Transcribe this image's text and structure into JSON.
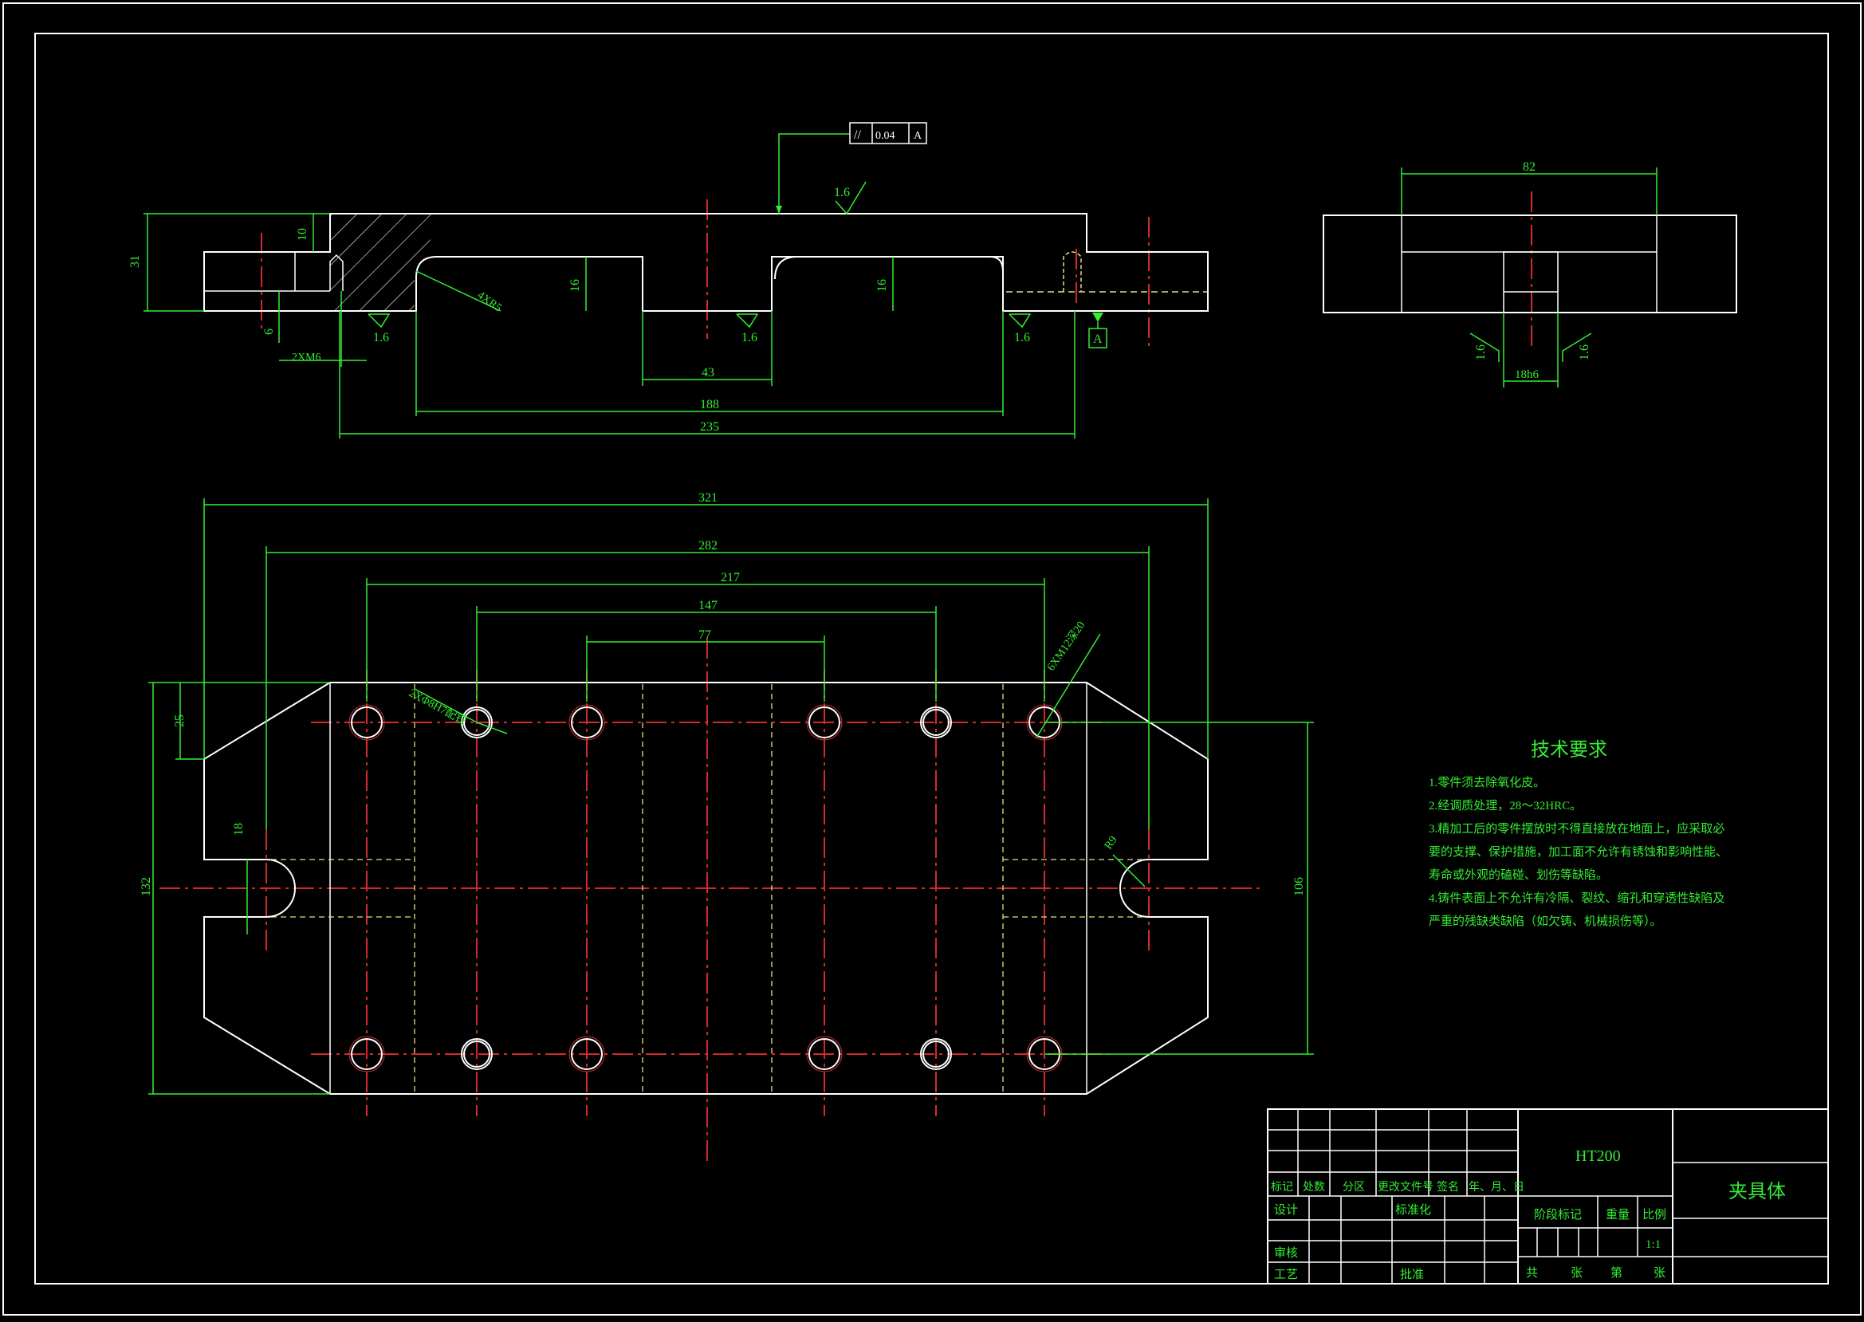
{
  "colors": {
    "background": "#000000",
    "outline": "#ffffff",
    "dimension": "#33ee33",
    "centerline": "#d22a2a",
    "hidden": "#e8e080",
    "tolerance": "#ffffff"
  },
  "front_view": {
    "tolerance_frame": {
      "symbol": "//",
      "value": "0.04",
      "datum": "A"
    },
    "roughness": [
      "1.6",
      "1.6",
      "1.6",
      "1.6"
    ],
    "dims": {
      "height": "31",
      "step": "10",
      "low": "6",
      "thread": "2XM6",
      "chamfer": "4XR5",
      "depth1": "16",
      "depth2": "16",
      "slot": "43",
      "inner": "188",
      "outer": "235"
    },
    "datum": "A"
  },
  "side_view": {
    "width": "82",
    "slot": "18h6",
    "roughness_left": "1.6",
    "roughness_right": "1.6"
  },
  "top_view": {
    "dims": {
      "d321": "321",
      "d282": "282",
      "d217": "217",
      "d147": "147",
      "d77": "77",
      "d25": "25",
      "d18": "18",
      "d132": "132",
      "d106": "106",
      "r9": "R9"
    },
    "callout_pin": "2XΦ8H7配铰",
    "callout_holes": "6XM12深20"
  },
  "tech": {
    "title": "技术要求",
    "lines": [
      "1.零件须去除氧化皮。",
      "2.经调质处理，28～32HRC。",
      "3.精加工后的零件摆放时不得直接放在地面上，应采取必",
      "要的支撑、保护措施，加工面不允许有锈蚀和影响性能、",
      "寿命或外观的磕碰、划伤等缺陷。",
      "4.铸件表面上不允许有冷隔、裂纹、缩孔和穿透性缺陷及",
      "严重的残缺类缺陷（如欠铸、机械损伤等）。"
    ]
  },
  "title_block": {
    "material": "HT200",
    "part_name": "夹具体",
    "headers": [
      "标记",
      "处数",
      "分区",
      "更改文件号",
      "签名",
      "年、月、日"
    ],
    "row_design": "设计",
    "row_standard": "标准化",
    "row_review": "审核",
    "row_process": "工艺",
    "row_approve": "批准",
    "stage": "阶段标记",
    "weight": "重量",
    "scale_label": "比例",
    "scale": "1:1",
    "sheets_total": "共",
    "sheets_unit": "张",
    "sheet_no": "第",
    "sheet_unit2": "张"
  }
}
